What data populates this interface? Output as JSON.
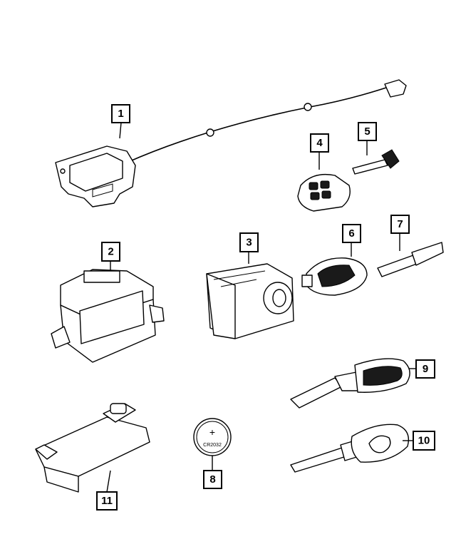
{
  "callouts": [
    {
      "id": "1",
      "label": "1"
    },
    {
      "id": "2",
      "label": "2"
    },
    {
      "id": "3",
      "label": "3"
    },
    {
      "id": "4",
      "label": "4"
    },
    {
      "id": "5",
      "label": "5"
    },
    {
      "id": "6",
      "label": "6"
    },
    {
      "id": "7",
      "label": "7"
    },
    {
      "id": "8",
      "label": "8"
    },
    {
      "id": "9",
      "label": "9"
    },
    {
      "id": "10",
      "label": "10"
    },
    {
      "id": "11",
      "label": "11"
    }
  ],
  "battery": {
    "plus": "+",
    "model": "CR2032"
  },
  "colors": {
    "line": "#000000",
    "background": "#ffffff",
    "fob_dark": "#1a1a1a"
  }
}
